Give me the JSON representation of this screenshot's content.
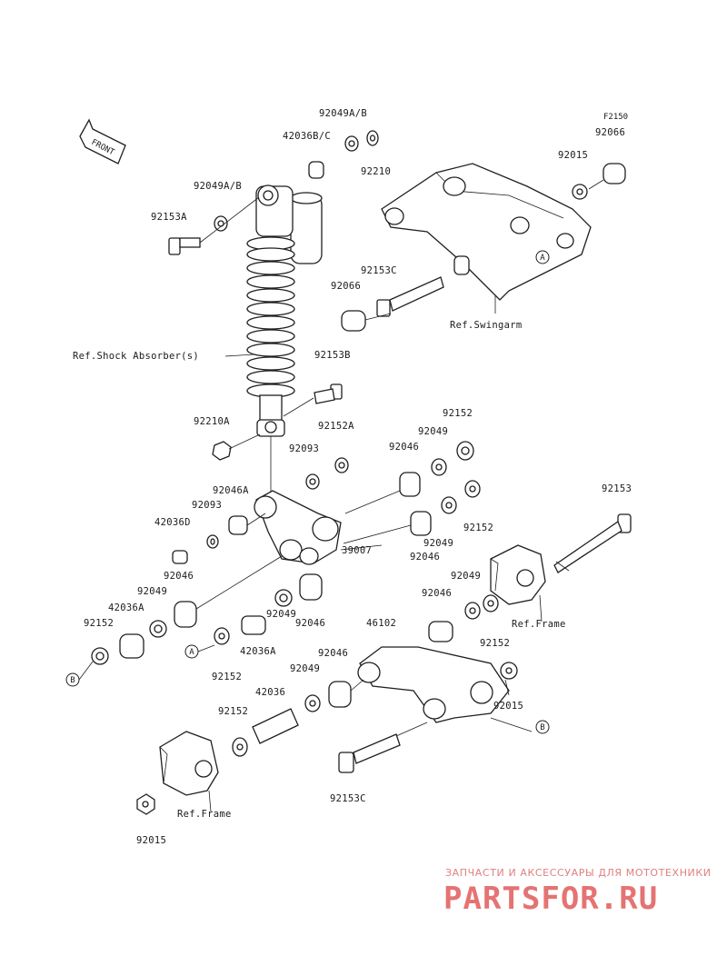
{
  "diagram": {
    "figure_code": "F2150",
    "front_label": "FRONT",
    "labels": [
      {
        "id": "92049ab_top",
        "text": "92049A/B"
      },
      {
        "id": "42036bc",
        "text": "42036B/C"
      },
      {
        "id": "92210",
        "text": "92210"
      },
      {
        "id": "92049ab_left",
        "text": "92049A/B"
      },
      {
        "id": "92153a",
        "text": "92153A"
      },
      {
        "id": "92015_top",
        "text": "92015"
      },
      {
        "id": "92066_top",
        "text": "92066"
      },
      {
        "id": "92153c_top",
        "text": "92153C"
      },
      {
        "id": "92066_mid",
        "text": "92066"
      },
      {
        "id": "ref_swingarm",
        "text": "Ref.Swingarm"
      },
      {
        "id": "ref_shock",
        "text": "Ref.Shock Absorber(s)"
      },
      {
        "id": "92153b",
        "text": "92153B"
      },
      {
        "id": "92210a",
        "text": "92210A"
      },
      {
        "id": "92152a",
        "text": "92152A"
      },
      {
        "id": "92152_top",
        "text": "92152"
      },
      {
        "id": "92093_a",
        "text": "92093"
      },
      {
        "id": "92049_r1",
        "text": "92049"
      },
      {
        "id": "92046_r1",
        "text": "92046"
      },
      {
        "id": "92046a",
        "text": "92046A"
      },
      {
        "id": "92093_b",
        "text": "92093"
      },
      {
        "id": "42036d",
        "text": "42036D"
      },
      {
        "id": "92153",
        "text": "92153"
      },
      {
        "id": "92152_r2",
        "text": "92152"
      },
      {
        "id": "92049_r2",
        "text": "92049"
      },
      {
        "id": "39007",
        "text": "39007"
      },
      {
        "id": "92046_r2",
        "text": "92046"
      },
      {
        "id": "92046_l",
        "text": "92046"
      },
      {
        "id": "92049_r3",
        "text": "92049"
      },
      {
        "id": "92046_r3",
        "text": "92046"
      },
      {
        "id": "92049_l",
        "text": "92049"
      },
      {
        "id": "42036a_l",
        "text": "42036A"
      },
      {
        "id": "ref_frame_r",
        "text": "Ref.Frame"
      },
      {
        "id": "92152_l",
        "text": "92152"
      },
      {
        "id": "92049_c",
        "text": "92049"
      },
      {
        "id": "92046_c",
        "text": "92046"
      },
      {
        "id": "46102",
        "text": "46102"
      },
      {
        "id": "42036a_c",
        "text": "42036A"
      },
      {
        "id": "92152_r3",
        "text": "92152"
      },
      {
        "id": "92046_c2",
        "text": "92046"
      },
      {
        "id": "92152_c",
        "text": "92152"
      },
      {
        "id": "92049_c2",
        "text": "92049"
      },
      {
        "id": "92015_r",
        "text": "92015"
      },
      {
        "id": "42036",
        "text": "42036"
      },
      {
        "id": "92152_c2",
        "text": "92152"
      },
      {
        "id": "92153c_bot",
        "text": "92153C"
      },
      {
        "id": "ref_frame_l",
        "text": "Ref.Frame"
      },
      {
        "id": "92015_bot",
        "text": "92015"
      }
    ],
    "callouts": {
      "a1": "A",
      "a2": "A",
      "b1": "B",
      "b2": "B"
    }
  },
  "watermark": {
    "tagline": "ЗАПЧАСТИ И АКСЕССУАРЫ ДЛЯ МОТОТЕХНИКИ",
    "logo": "PARTSFOR.RU",
    "color": "#e57373"
  }
}
